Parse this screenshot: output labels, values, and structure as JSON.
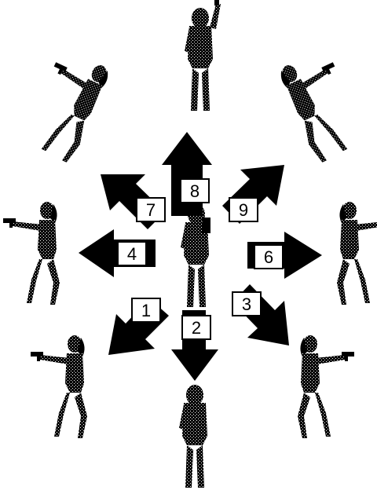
{
  "controls": {
    "directions": [
      {
        "key": "1",
        "label": "1",
        "direction": "down-left"
      },
      {
        "key": "2",
        "label": "2",
        "direction": "down"
      },
      {
        "key": "3",
        "label": "3",
        "direction": "down-right"
      },
      {
        "key": "4",
        "label": "4",
        "direction": "left"
      },
      {
        "key": "6",
        "label": "6",
        "direction": "right"
      },
      {
        "key": "7",
        "label": "7",
        "direction": "up-left"
      },
      {
        "key": "8",
        "label": "8",
        "direction": "up"
      },
      {
        "key": "9",
        "label": "9",
        "direction": "up-right"
      }
    ]
  },
  "colors": {
    "ink": "#000000",
    "paper": "#ffffff"
  }
}
